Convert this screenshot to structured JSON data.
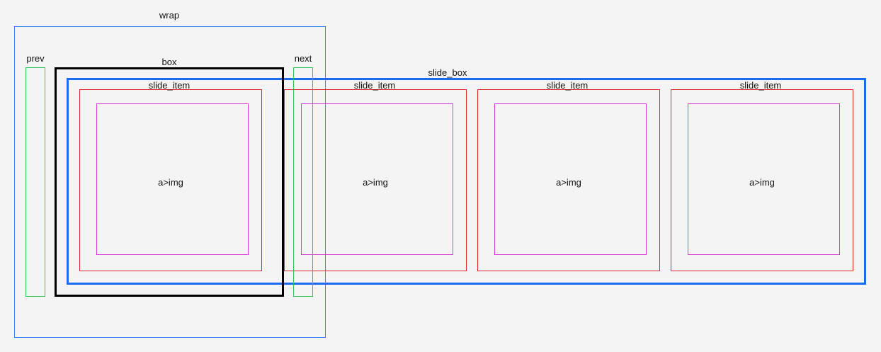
{
  "labels": {
    "wrap": "wrap",
    "prev": "prev",
    "box": "box",
    "next": "next",
    "slide_box": "slide_box"
  },
  "slide_items": [
    {
      "label": "slide_item",
      "content": "a>img"
    },
    {
      "label": "slide_item",
      "content": "a>img"
    },
    {
      "label": "slide_item",
      "content": "a>img"
    },
    {
      "label": "slide_item",
      "content": "a>img"
    }
  ],
  "colors": {
    "wrap": "#3a86f0",
    "box": "#000000",
    "prev_next": "#31c35d",
    "slide_box": "#1a6bf0",
    "slide_item": "#e0262c",
    "img": "#d83cd8",
    "background": "#f4f4f4"
  }
}
